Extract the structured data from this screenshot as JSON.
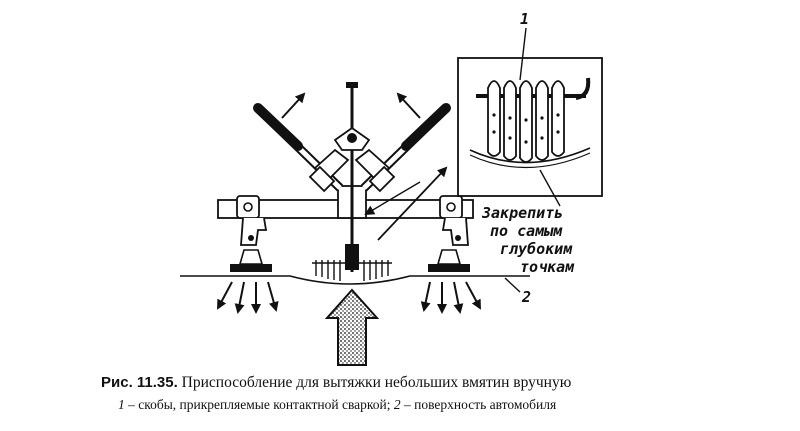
{
  "labels": {
    "callout_1": "1",
    "callout_2": "2",
    "note_line1": "Закрепить",
    "note_line2": "по самым",
    "note_line3": "глубоким",
    "note_line4": "точкам"
  },
  "caption": {
    "figure_number": "Рис. 11.35.",
    "title": "Приспособление для вытяжки небольших вмятин вручную",
    "legend_1_num": "1",
    "legend_1_text": "– скобы, прикрепляемые контактной сваркой;",
    "legend_2_num": "2",
    "legend_2_text": "– поверхность автомобиля"
  },
  "icons": [
    "pull-arrow-icon",
    "push-arrow-icon",
    "force-arrow-icon"
  ],
  "colors": {
    "ink": "#111111",
    "paper": "#ffffff"
  }
}
